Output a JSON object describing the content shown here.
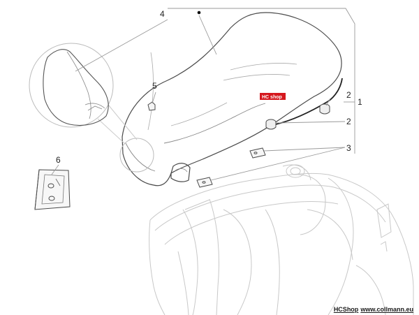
{
  "callouts": [
    "4",
    "5",
    "6",
    "2",
    "2",
    "1",
    "3"
  ],
  "logo": {
    "text": "HC shop",
    "color": "#d5181e"
  },
  "footer": {
    "shop": "HCShop",
    "url": "www.collmann.eu"
  },
  "colors": {
    "line": "#4a4a4a",
    "faint": "#c8c8c8",
    "leader": "#9a9a9a"
  }
}
